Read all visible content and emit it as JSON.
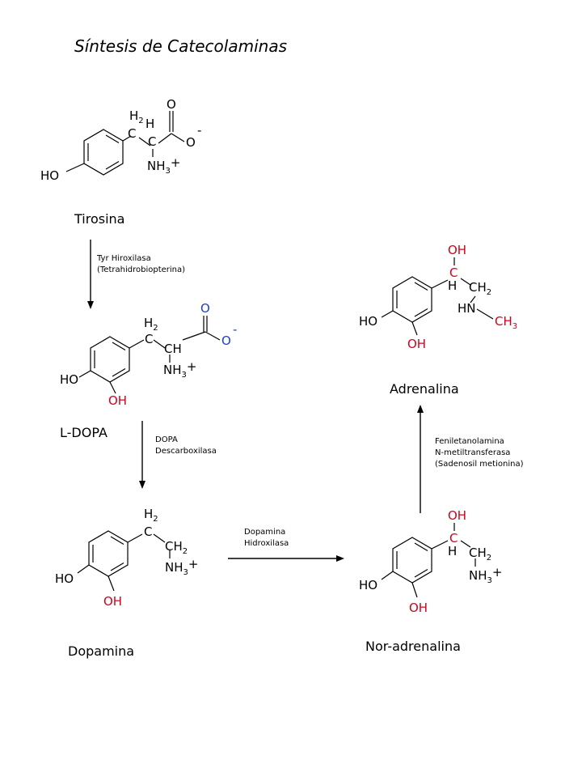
{
  "title": "Síntesis de Catecolaminas",
  "compounds": {
    "tirosina": {
      "name": "Tirosina",
      "HO": "HO",
      "H2_H": "H",
      "H2_sub": "2",
      "C1": "C",
      "H": "H",
      "C2": "C",
      "O_top": "O",
      "O_side": "O",
      "charge_minus": "-",
      "NH": "NH",
      "NH_sub": "3",
      "charge_plus": "+"
    },
    "ldopa": {
      "name": "L-DOPA",
      "HO": "HO",
      "OH": "OH",
      "H2_H": "H",
      "H2_sub": "2",
      "C1": "C",
      "CH": "CH",
      "O_top": "O",
      "O_side": "O",
      "charge_minus": "-",
      "NH": "NH",
      "NH_sub": "3",
      "charge_plus": "+"
    },
    "dopamina": {
      "name": "Dopamina",
      "HO": "HO",
      "OH": "OH",
      "H2_H": "H",
      "H2_sub": "2",
      "C1": "C",
      "CH": "CH",
      "CH_sub": "2",
      "NH": "NH",
      "NH_sub": "3",
      "charge_plus": "+"
    },
    "noradrenalina": {
      "name": "Nor-adrenalina",
      "HO": "HO",
      "OH": "OH",
      "OH_top": "OH",
      "C": "C",
      "H": "H",
      "CH": "CH",
      "CH_sub": "2",
      "NH": "NH",
      "NH_sub": "3",
      "charge_plus": "+"
    },
    "adrenalina": {
      "name": "Adrenalina",
      "HO": "HO",
      "OH": "OH",
      "OH_top": "OH",
      "C": "C",
      "H": "H",
      "CH": "CH",
      "CH_sub": "2",
      "HN": "HN",
      "CH3": "CH",
      "CH3_sub": "3"
    }
  },
  "enzymes": {
    "step1": {
      "line1": "Tyr Hiroxilasa",
      "line2": "(Tetrahidrobiopterina)"
    },
    "step2": {
      "line1": "DOPA",
      "line2": "Descarboxilasa"
    },
    "step3": {
      "line1": "Dopamina",
      "line2": "Hidroxilasa"
    },
    "step4": {
      "line1": "Feniletanolamina",
      "line2": "N-metiltransferasa",
      "line3": "(Sadenosil metionina)"
    }
  },
  "colors": {
    "oxygen_red": "#d0021b",
    "oxygen_blue": "#1a3fd0"
  }
}
